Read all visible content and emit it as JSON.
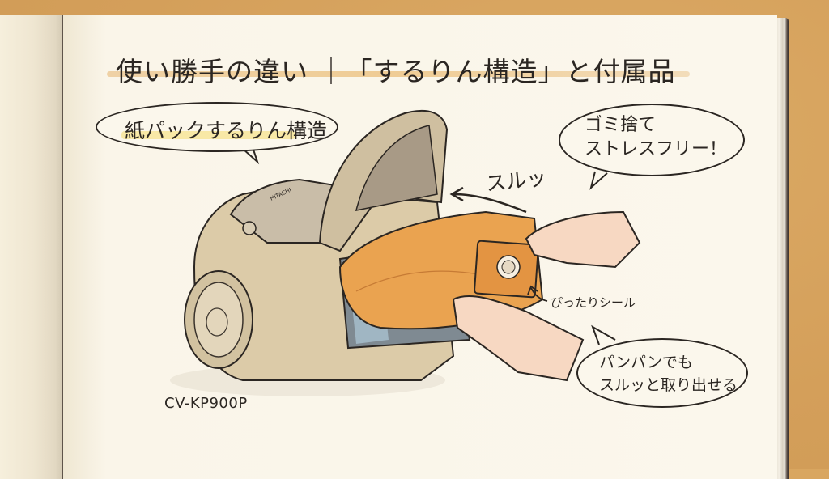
{
  "page": {
    "title": "使い勝手の違い ｜「するりん構造」と付属品",
    "title_left": "使い勝手の違い",
    "title_separator": "｜",
    "title_right": "「するりん構造」と付属品"
  },
  "callouts": {
    "structure": {
      "text": "紙パックするりん構造"
    },
    "stress_free": {
      "line1": "ゴミ捨て",
      "line2": "ストレスフリー！"
    },
    "pull_out": {
      "line1": "パンパンでも",
      "line2": "スルッと取り出せる"
    }
  },
  "annotations": {
    "slide_sound": "スルッ",
    "seal": "ぴったりシール"
  },
  "product": {
    "model": "CV-KP900P",
    "brand_mark": "HITACHI"
  },
  "colors": {
    "desk": "#d49f5a",
    "paper": "#fbf7ec",
    "ink": "#2b2622",
    "title_highlight": "#e6b46e",
    "bubble_highlight": "#f5dc6e",
    "vacuum_body": "#d8c6a2",
    "dust_bag": "#e9a453",
    "bag_seal": "#d9843c"
  }
}
